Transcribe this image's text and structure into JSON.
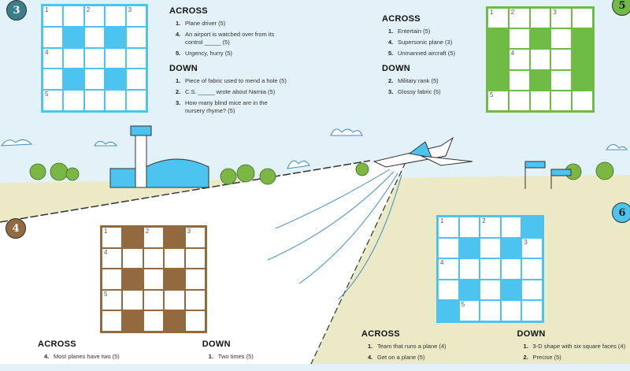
{
  "colors": {
    "sky": "#e3f1f8",
    "ground": "#eceac6",
    "runway": "#ffffff",
    "blue": "#4dc3ef",
    "green": "#6fbb45",
    "brown": "#93693f",
    "teal": "#3a7f8a"
  },
  "puzzles": [
    {
      "id": "3",
      "badge": "3",
      "color": "#4dc3ef",
      "badge_color": "#3a7f8a",
      "pattern": [
        ".....",
        ".#.#.",
        ".....",
        ".#.#.",
        "....."
      ],
      "numbers": {
        "0-0": "1",
        "0-2": "2",
        "0-4": "3",
        "2-0": "4",
        "4-0": "5"
      },
      "across_title": "ACROSS",
      "down_title": "DOWN",
      "across": [
        {
          "n": "1.",
          "t": "Plane driver (5)"
        },
        {
          "n": "4.",
          "t": "An airport is watched over from its control _____ (5)"
        },
        {
          "n": "5.",
          "t": "Urgency, hurry (5)"
        }
      ],
      "down": [
        {
          "n": "1.",
          "t": "Piece of fabric used to mend a hole (5)"
        },
        {
          "n": "2.",
          "t": "C.S. _____ wrote about Narnia (5)"
        },
        {
          "n": "3.",
          "t": "How many blind mice are in the nursery rhyme? (5)"
        }
      ]
    },
    {
      "id": "5",
      "badge": "5",
      "color": "#6fbb45",
      "badge_color": "#6fbb45",
      "pattern": [
        ".....",
        "#.#.#",
        "#...#",
        "#.#.#",
        "....."
      ],
      "numbers": {
        "0-0": "1",
        "0-1": "2",
        "0-3": "3",
        "2-1": "4",
        "4-0": "5"
      },
      "across_title": "ACROSS",
      "down_title": "DOWN",
      "across": [
        {
          "n": "1.",
          "t": "Entertain (5)"
        },
        {
          "n": "4.",
          "t": "Supersonic plane (3)"
        },
        {
          "n": "5.",
          "t": "Unmanned aircraft (5)"
        }
      ],
      "down": [
        {
          "n": "2.",
          "t": "Military rank (5)"
        },
        {
          "n": "3.",
          "t": "Glossy fabric (5)"
        }
      ]
    },
    {
      "id": "4",
      "badge": "4",
      "color": "#93693f",
      "badge_color": "#93693f",
      "pattern": [
        ".#.#.",
        ".....",
        ".#.#.",
        ".....",
        ".#.#."
      ],
      "numbers": {
        "0-0": "1",
        "0-2": "2",
        "0-4": "3",
        "1-0": "4",
        "3-0": "5"
      },
      "across_title": "ACROSS",
      "down_title": "DOWN",
      "across": [
        {
          "n": "4.",
          "t": "Most planes have two (5)"
        }
      ],
      "down": [
        {
          "n": "1.",
          "t": "Two times (5)"
        }
      ]
    },
    {
      "id": "6",
      "badge": "6",
      "color": "#4dc3ef",
      "badge_color": "#4dc3ef",
      "pattern": [
        "....#",
        ".#.#.",
        ".....",
        ".#.#.",
        "#...."
      ],
      "numbers": {
        "0-0": "1",
        "0-2": "2",
        "1-4": "3",
        "2-0": "4",
        "4-1": "5"
      },
      "across_title": "ACROSS",
      "down_title": "DOWN",
      "across": [
        {
          "n": "1.",
          "t": "Team that runs a plane (4)"
        },
        {
          "n": "4.",
          "t": "Get on a plane (5)"
        }
      ],
      "down": [
        {
          "n": "1.",
          "t": "3-D shape with six square faces (4)"
        },
        {
          "n": "2.",
          "t": "Precise (5)"
        }
      ]
    }
  ]
}
